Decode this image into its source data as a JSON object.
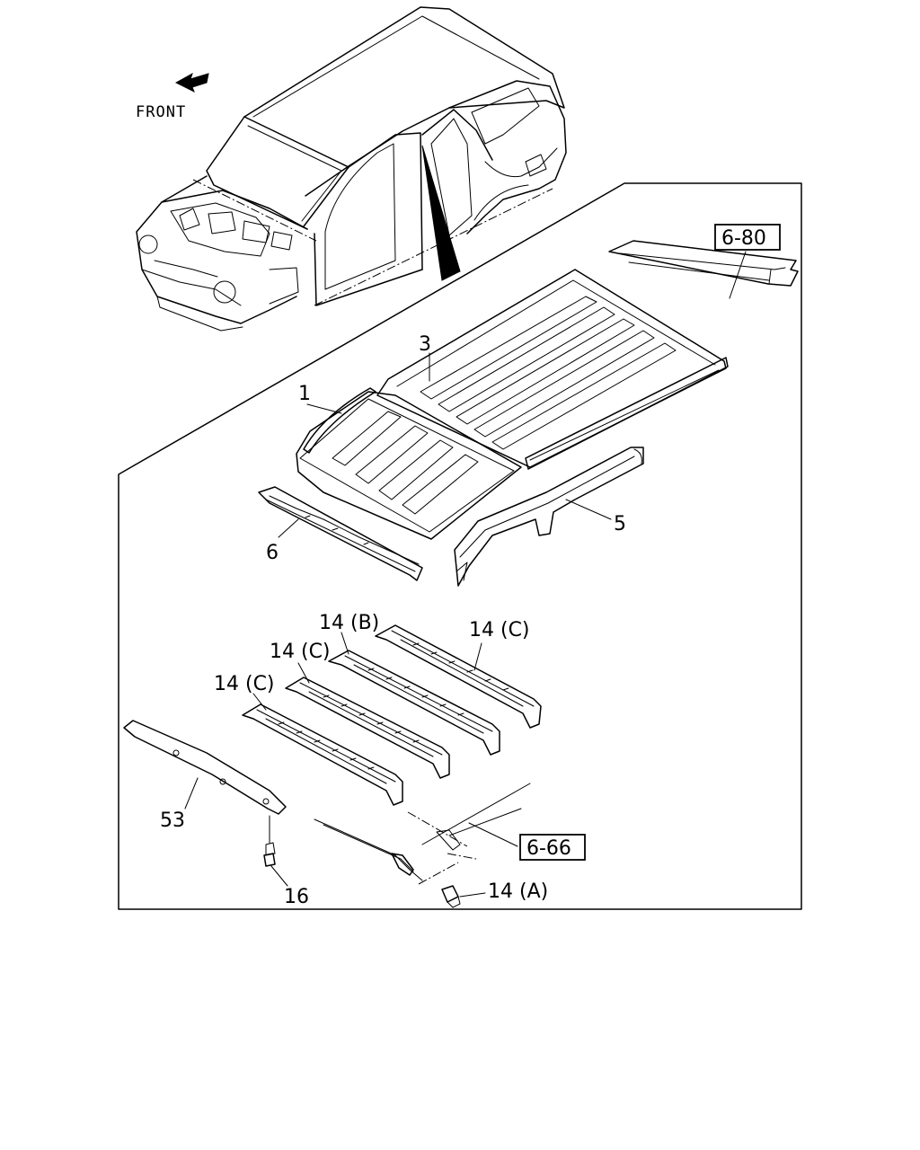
{
  "direction_label": "FRONT",
  "part_labels": {
    "roof_panel_front": "1",
    "roof_panel_rear": "3",
    "side_rail": "5",
    "front_header": "6",
    "bow_c1": "14 (C)",
    "bow_c2": "14 (C)",
    "bow_b": "14 (B)",
    "bow_c3": "14 (C)",
    "clip_a": "14 (A)",
    "screw": "16",
    "reinforcement": "53"
  },
  "reference_labels": {
    "rear_header_ref": "6-80",
    "harness_ref": "6-66"
  }
}
